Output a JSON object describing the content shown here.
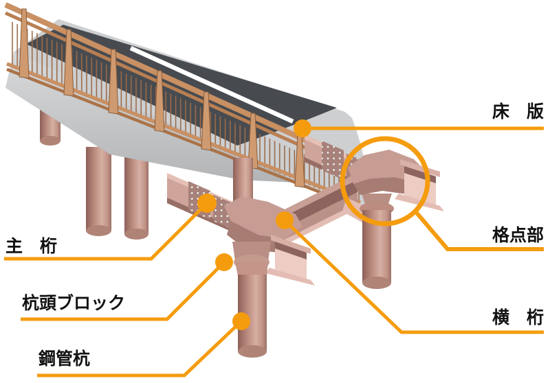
{
  "figure": {
    "kind": "isometric-bridge-structure-diagram",
    "background": "#ffffff",
    "accent": "#F59C0E",
    "palette": {
      "asphalt": "#474B50",
      "lane_marking": "#FFFFFF",
      "concrete_top": "#CDCFD1",
      "concrete_face_top": "#D8DADC",
      "concrete_face_bottom": "#A9ABAD",
      "steel_pink": "#CBA096",
      "steel_dark": "#8D655E",
      "steel_light": "#ECCCC3",
      "splice_plate": "#A8817A",
      "rivet": "#E9E4E2",
      "railing_copper": "#CF9A70",
      "pile_dark": "#8D6058",
      "pile_light": "#D6AFA3"
    },
    "labels": {
      "floor_slab": "床　版",
      "panel_point": "格点部",
      "cross_girder": "横　桁",
      "main_girder": "主　桁",
      "pile_head_block": "杭頭ブロック",
      "steel_pipe_pile": "鋼管杭"
    }
  }
}
